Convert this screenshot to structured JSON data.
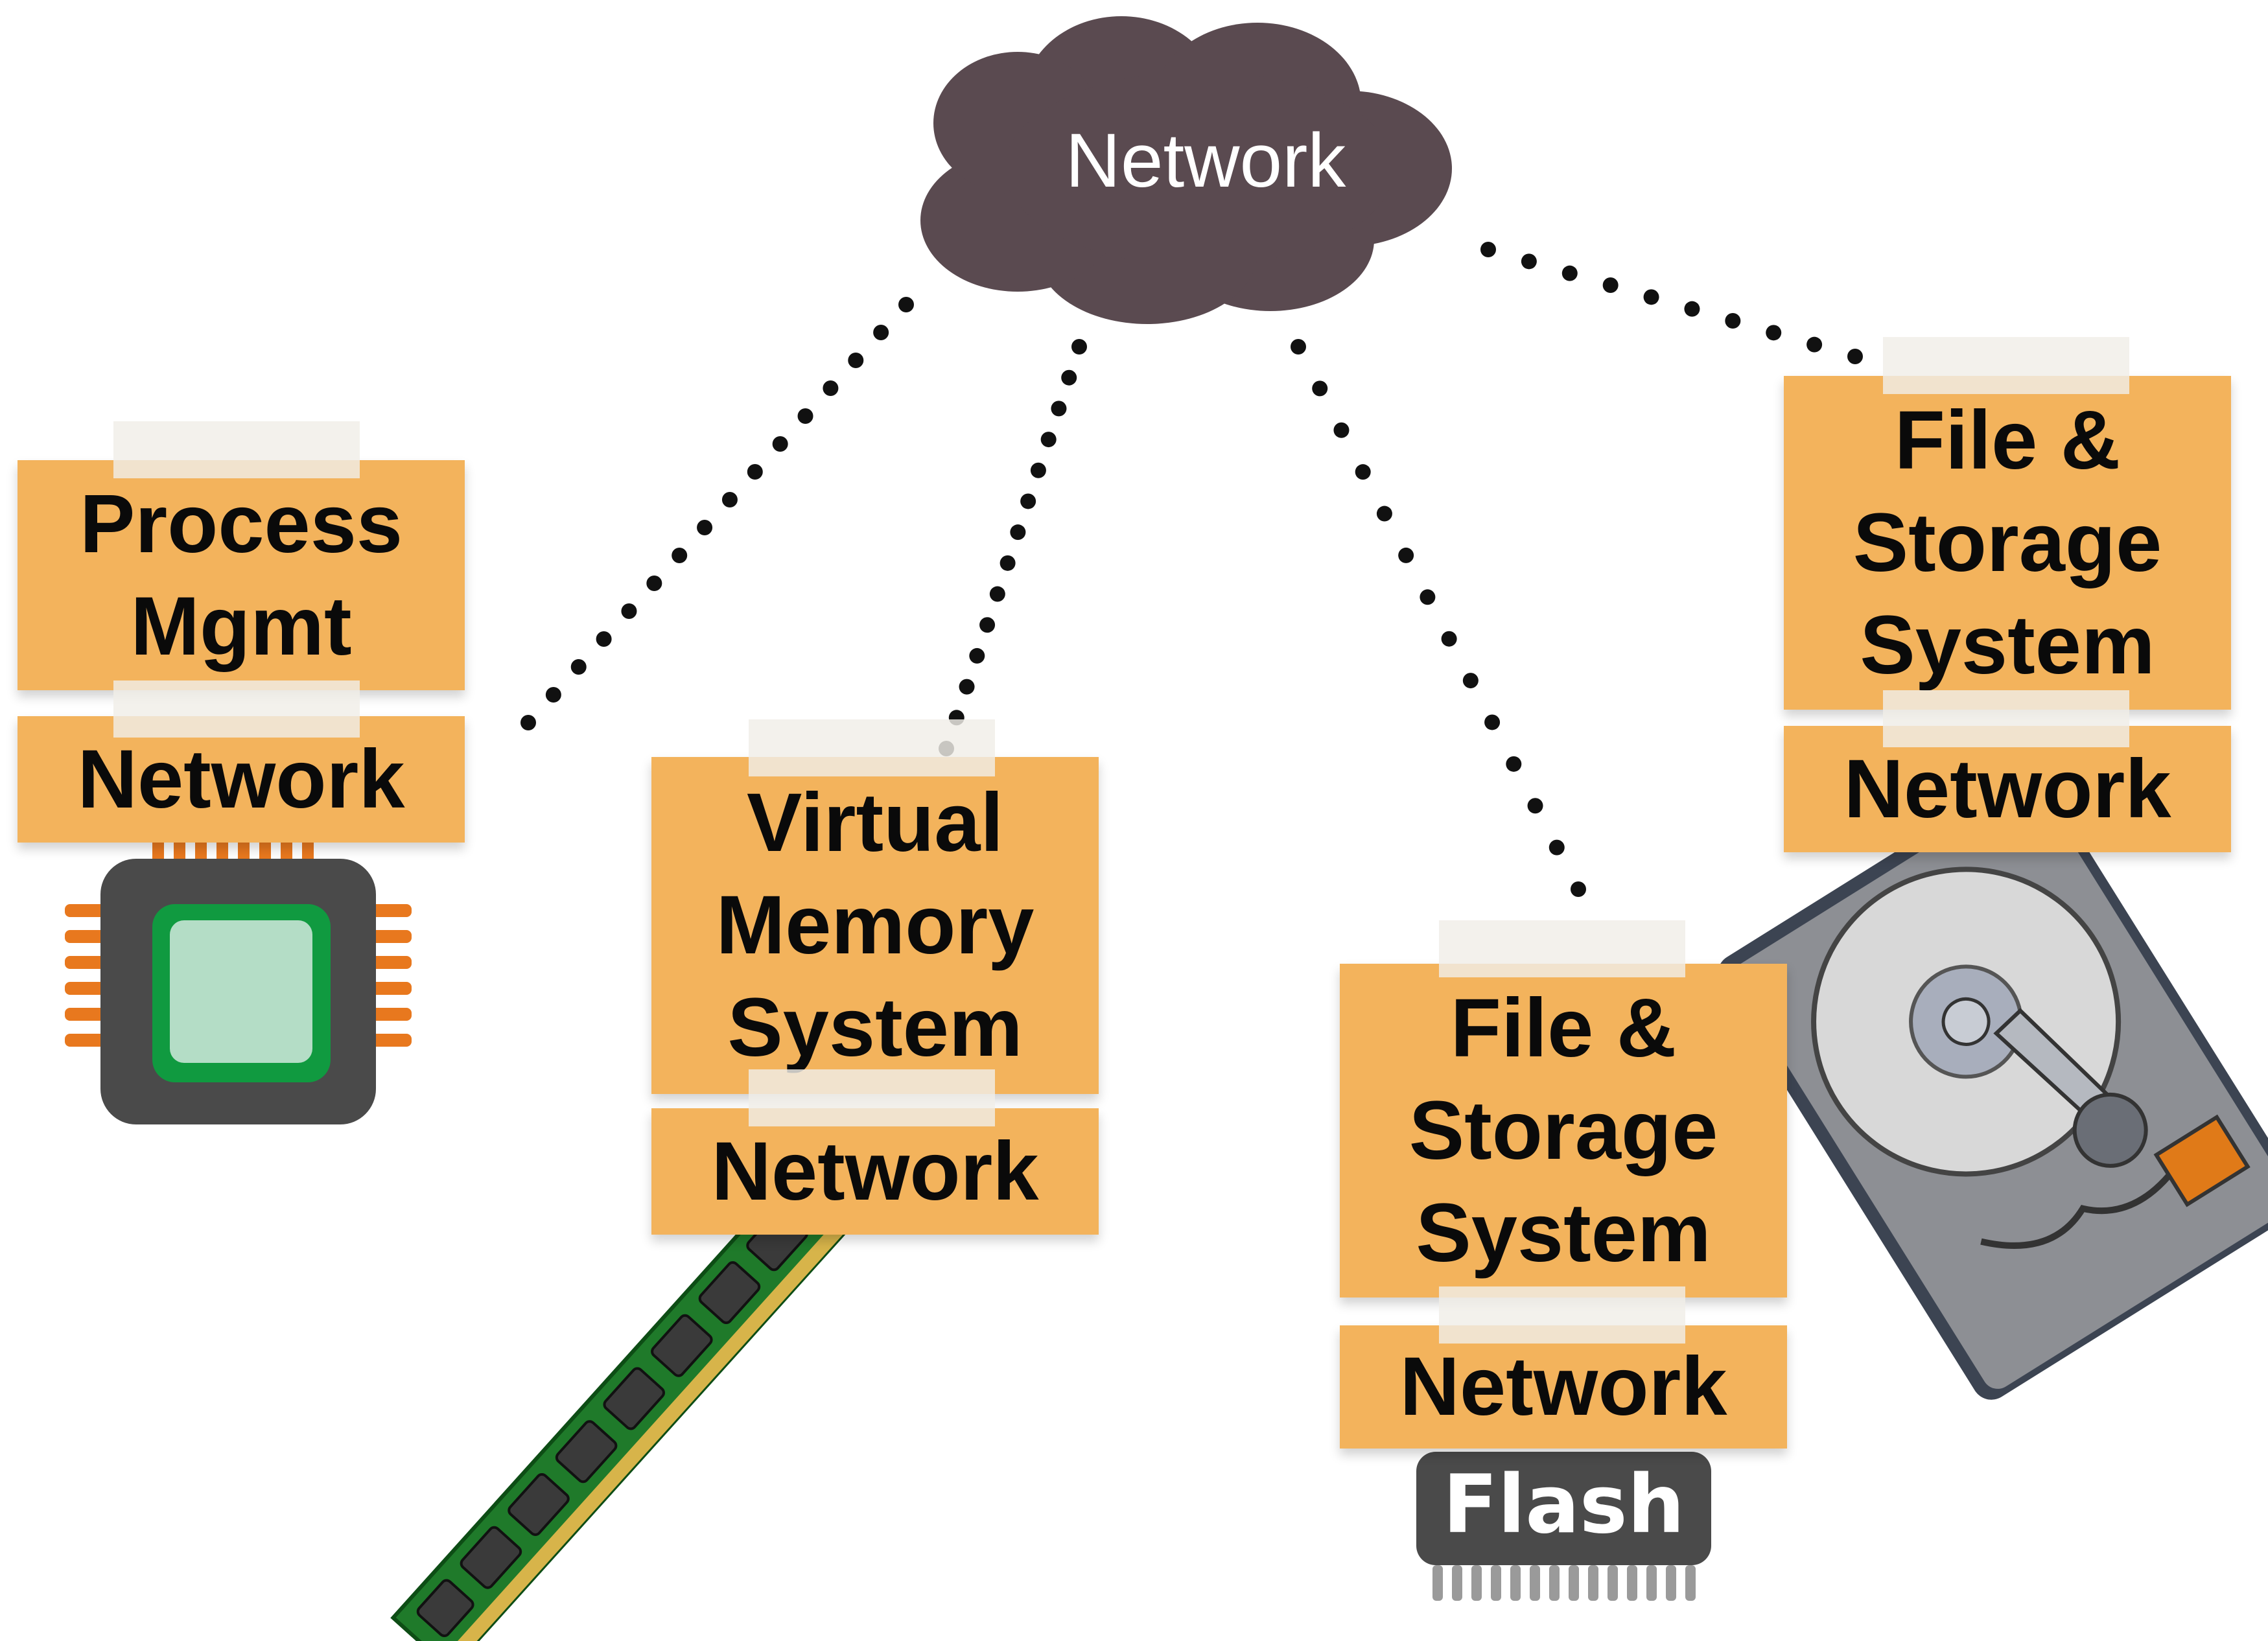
{
  "cloud": {
    "label": "Network"
  },
  "nodes": [
    {
      "top_lines": [
        "Process",
        "Mgmt"
      ],
      "bottom": "Network",
      "device": "cpu-chip"
    },
    {
      "top_lines": [
        "Virtual",
        "Memory",
        "System"
      ],
      "bottom": "Network",
      "device": "ram-module"
    },
    {
      "top_lines": [
        "File &",
        "Storage",
        "System"
      ],
      "bottom": "Network",
      "device": "flash-chip",
      "device_label": "Flash"
    },
    {
      "top_lines": [
        "File &",
        "Storage",
        "System"
      ],
      "bottom": "Network",
      "device": "hard-disk"
    }
  ],
  "colors": {
    "note": "#f3b35c",
    "cloud": "#5a4a50",
    "chip_green": "#109a40",
    "pin_orange": "#e8781e",
    "dots": "#111111"
  }
}
